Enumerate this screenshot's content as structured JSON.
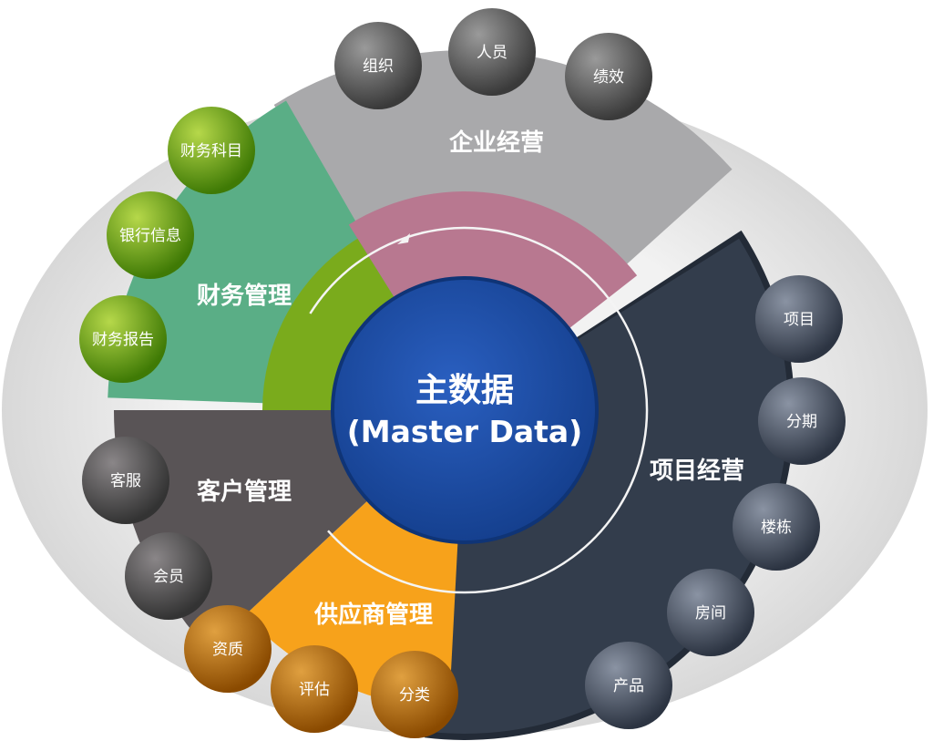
{
  "center": {
    "title_cn": "主数据",
    "title_en": "(Master Data)"
  },
  "segments": [
    {
      "key": "enterprise",
      "label": "企业经营",
      "color": "#a9a9ab",
      "items": [
        "组织",
        "人员",
        "绩效"
      ]
    },
    {
      "key": "project",
      "label": "项目经营",
      "color": "#333d4c",
      "items": [
        "项目",
        "分期",
        "楼栋",
        "房间",
        "产品"
      ]
    },
    {
      "key": "supplier",
      "label": "供应商管理",
      "color": "#f7a21b",
      "items": [
        "资质",
        "评估",
        "分类"
      ]
    },
    {
      "key": "customer",
      "label": "客户管理",
      "color": "#595456",
      "items": [
        "客服",
        "会员"
      ]
    },
    {
      "key": "finance",
      "label": "财务管理",
      "color": "#5aae86",
      "items": [
        "财务科目",
        "银行信息",
        "财务报告"
      ]
    }
  ],
  "colors": {
    "center": "#1d4fae",
    "pink": "#b87890",
    "green_inner": "#7aab1c",
    "background_ellipse": "#e4e4e4"
  }
}
